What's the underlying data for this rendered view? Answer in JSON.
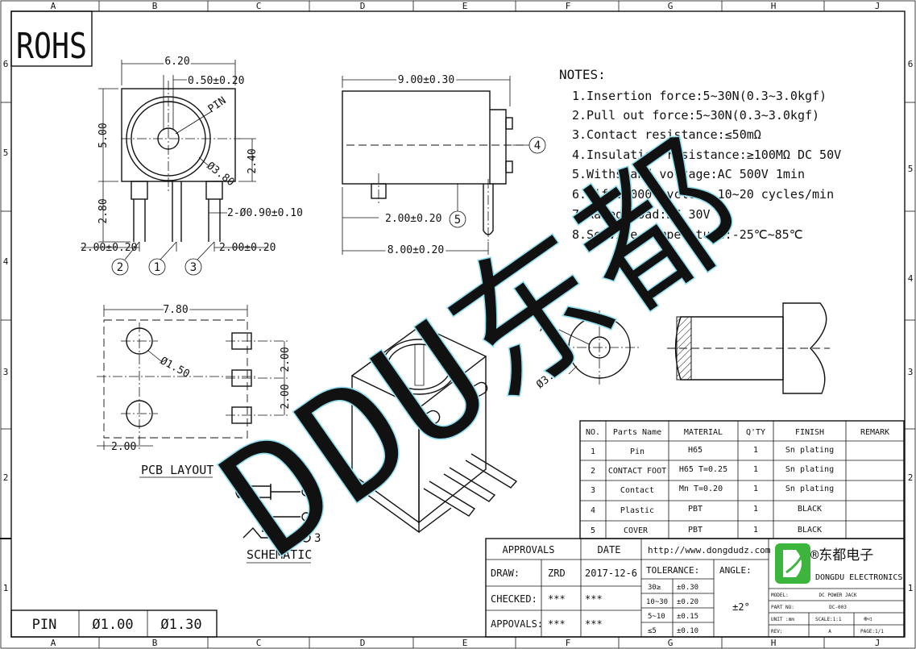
{
  "frame": {
    "cols_top": [
      "A",
      "B",
      "C",
      "D",
      "E",
      "F",
      "G",
      "H",
      "J"
    ],
    "cols_bottom": [
      "A",
      "B",
      "C",
      "D",
      "E",
      "F",
      "G",
      "H",
      "J"
    ],
    "rows": [
      "6",
      "5",
      "4",
      "3",
      "2",
      "1"
    ]
  },
  "rohs_label": "ROHS",
  "front_view": {
    "width": "6.20",
    "pin_hole": "0.50±0.20",
    "height": "5.00",
    "center": "2.40",
    "pin_label": "PIN",
    "hole_dia": "Ø3.80",
    "lead_len": "2.80",
    "lead_dia": "2-Ø0.90±0.10",
    "pitch_left": "2.00±0.20",
    "pitch_right": "2.00±0.20",
    "callouts": [
      "2",
      "1",
      "3"
    ]
  },
  "side_view": {
    "length": "9.00±0.30",
    "callout_4": "4",
    "callout_5": "5",
    "lead_offset": "2.00±0.20",
    "lead_span": "8.00±0.20"
  },
  "notes": {
    "title": "NOTES:",
    "items": [
      "1.Insertion force:5~30N(0.3~3.0kgf)",
      "2.Pull out force:5~30N(0.3~3.0kgf)",
      "3.Contact resistance:≤50mΩ",
      "4.Insulation resistance:≥100MΩ DC 50V",
      "5.Withstand voltage:AC 500V 1min",
      "6.Life:5000 cycles, 10~20 cycles/min",
      "7.Rated load:DC 30V 1A",
      "8.Service temperature:-25℃~85℃"
    ]
  },
  "pcb_layout": {
    "width": "7.80",
    "hole_dia": "Ø1.50",
    "pitch_1": "2.00",
    "pitch_2": "2.00",
    "offset": "2.00",
    "title": "PCB LAYOUT"
  },
  "schematic": {
    "title": "SCHEMATIC",
    "pins": [
      "1",
      "2",
      "3"
    ]
  },
  "plug_view": {
    "pin_label": "PIN",
    "dia": "Ø3.50"
  },
  "watermark": "DDU东都",
  "bom": {
    "headers": [
      "NO.",
      "Parts Name",
      "MATERIAL",
      "Q'TY",
      "FINISH",
      "REMARK"
    ],
    "rows": [
      [
        "1",
        "Pin",
        "H65",
        "1",
        "Sn plating",
        ""
      ],
      [
        "2",
        "CONTACT FOOT",
        "H65 T=0.25",
        "1",
        "Sn plating",
        ""
      ],
      [
        "3",
        "Contact",
        "Mn T=0.20",
        "1",
        "Sn plating",
        ""
      ],
      [
        "4",
        "Plastic",
        "PBT",
        "1",
        "BLACK",
        ""
      ],
      [
        "5",
        "COVER",
        "PBT",
        "1",
        "BLACK",
        ""
      ]
    ]
  },
  "title_block": {
    "approvals": "APPROVALS",
    "date": "DATE",
    "url": "http://www.dongdudz.com",
    "draw": "DRAW:",
    "drawer": "ZRD",
    "draw_date": "2017-12-6",
    "checked": "CHECKED:",
    "checked_by": "***",
    "checked_date": "***",
    "appovals": "APPOVALS:",
    "appovals_by": "***",
    "appovals_date": "***",
    "tolerance": "TOLERANCE:",
    "angle": "ANGLE:",
    "tol_rows": [
      [
        "30≥",
        "±0.30"
      ],
      [
        "10~30",
        "±0.20"
      ],
      [
        "5~10",
        "±0.15"
      ],
      [
        "≤5",
        "±0.10"
      ]
    ],
    "angle_value": "±2°",
    "company_cn": "®东都电子",
    "company_en": "DONGDU ELECTRONICS",
    "model_label": "MODEL:",
    "model": "DC POWER JACK",
    "part_label": "PART NO:",
    "part_no": "DC-003",
    "unit_label": "UNIT :mm",
    "scale": "SCALE:1:1",
    "proj": "⊕◁",
    "rev_label": "REV:",
    "rev": "A",
    "page": "PAGE:1/1"
  },
  "pin_table": {
    "label": "PIN",
    "d1": "Ø1.00",
    "d2": "Ø1.30"
  },
  "colors": {
    "line": "#111111",
    "watermark": "#8fdff0",
    "logo_green": "#3cb53c"
  }
}
